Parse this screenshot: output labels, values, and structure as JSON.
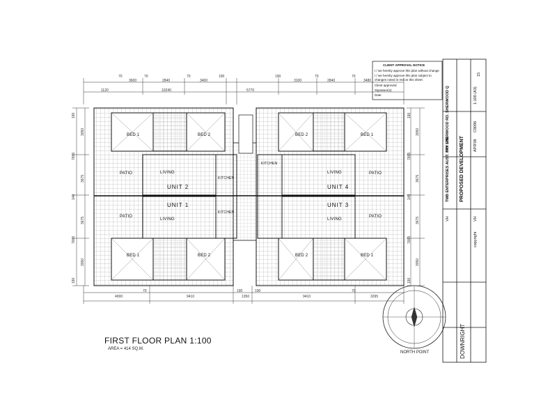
{
  "drawing": {
    "title": "FIRST FLOOR PLAN 1:100",
    "area": "AREA = 414 SQ.M.",
    "north_point": "NORTH POINT",
    "rooms": {
      "bed_1": "BED 1",
      "bed_2": "BED 2",
      "living": "LIVING",
      "kitchen": "KITCHEN",
      "patio": "PATIO"
    },
    "units": [
      "UNIT 2",
      "UNIT 4",
      "UNIT 1",
      "UNIT 3"
    ],
    "top_dimensions": [
      "70",
      "3600",
      "70",
      "2840",
      "70",
      "3400",
      "190",
      "190",
      "3100",
      "70",
      "2840",
      "70",
      "3480"
    ],
    "top_overall": [
      "1120",
      "10240",
      "5770"
    ],
    "bottom_dimensions": [
      "4000",
      "70",
      "9410",
      "190",
      "1350",
      "190",
      "9410",
      "70",
      "3295"
    ],
    "left_dimensions": [
      "190",
      "3050",
      "7665",
      "3675",
      "140",
      "3675",
      "7665",
      "3050",
      "190"
    ],
    "right_dimensions": [
      "190",
      "3050",
      "7665",
      "3675",
      "140",
      "3675",
      "7665",
      "3050",
      "190"
    ]
  },
  "notice": {
    "heading": "CLIENT APPROVAL NOTICE",
    "lines": [
      "I / we hereby approve this plan without change",
      "I / we hereby approve this plan subject to",
      "changes noted in red on this sheet",
      "Client approved",
      "Signature(s)",
      "Date"
    ]
  },
  "title_block": {
    "client": "TMB ENTERPRISES AUST. PTY LTD",
    "project": "PROPOSED DEVELOPMENT",
    "address": "509 SHERWOOD RD. SHERWOOD Q",
    "scale": "1:100 (A3)",
    "date": "APR'08",
    "job_no": "C8096",
    "sheet": "15",
    "drawn": "VH",
    "checked": "VH",
    "copyright": "copyright",
    "company": "DOWNRIGHT"
  }
}
